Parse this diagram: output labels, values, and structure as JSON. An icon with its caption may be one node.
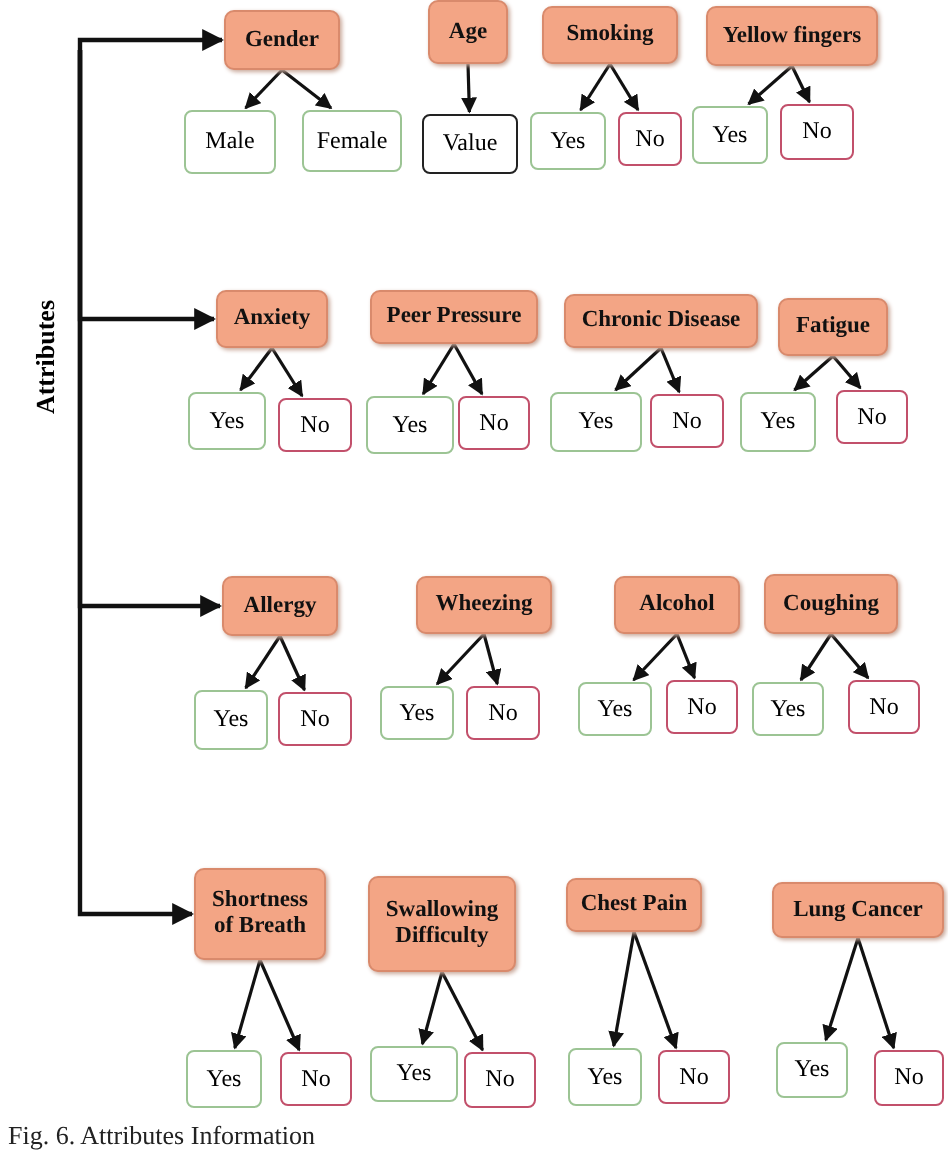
{
  "diagram": {
    "caption": "Fig. 6. Attributes Information",
    "nodes": [
      {
        "text": [
          "Gender"
        ]
      },
      {
        "text": [
          "Male"
        ]
      },
      {
        "text": [
          "Female"
        ]
      },
      {
        "text": [
          "Age"
        ]
      },
      {
        "text": [
          "Value"
        ]
      },
      {
        "text": [
          "Smoking"
        ]
      },
      {
        "text": [
          "Yes"
        ]
      },
      {
        "text": [
          "No"
        ]
      },
      {
        "text": [
          "Yellow fingers"
        ]
      },
      {
        "text": [
          "Yes"
        ]
      },
      {
        "text": [
          "No"
        ]
      },
      {
        "text": [
          "Anxiety"
        ]
      },
      {
        "text": [
          "Yes"
        ]
      },
      {
        "text": [
          "No"
        ]
      },
      {
        "text": [
          "Peer Pressure"
        ]
      },
      {
        "text": [
          "Yes"
        ]
      },
      {
        "text": [
          "No"
        ]
      },
      {
        "text": [
          "Chronic Disease"
        ]
      },
      {
        "text": [
          "Yes"
        ]
      },
      {
        "text": [
          "No"
        ]
      },
      {
        "text": [
          "Fatigue"
        ]
      },
      {
        "text": [
          "Yes"
        ]
      },
      {
        "text": [
          "No"
        ]
      },
      {
        "text": [
          "Allergy"
        ]
      },
      {
        "text": [
          "Yes"
        ]
      },
      {
        "text": [
          "No"
        ]
      },
      {
        "text": [
          "Wheezing"
        ]
      },
      {
        "text": [
          "Yes"
        ]
      },
      {
        "text": [
          "No"
        ]
      },
      {
        "text": [
          "Alcohol"
        ]
      },
      {
        "text": [
          "Yes"
        ]
      },
      {
        "text": [
          "No"
        ]
      },
      {
        "text": [
          "Coughing"
        ]
      },
      {
        "text": [
          "Yes"
        ]
      },
      {
        "text": [
          "No"
        ]
      },
      {
        "text": [
          "Shortness of Breath"
        ]
      },
      {
        "text": [
          "Yes"
        ]
      },
      {
        "text": [
          "No"
        ]
      },
      {
        "text": [
          "Swallowing Difficulty"
        ]
      },
      {
        "text": [
          "Yes"
        ]
      },
      {
        "text": [
          "No"
        ]
      },
      {
        "text": [
          "Chest Pain"
        ]
      },
      {
        "text": [
          "Yes"
        ]
      },
      {
        "text": [
          "No"
        ]
      },
      {
        "text": [
          "Lung Cancer"
        ]
      },
      {
        "text": [
          "Yes"
        ]
      },
      {
        "text": [
          "No"
        ]
      }
    ],
    "edges": [
      {
        "from": null,
        "to": 0,
        "arrow": "to"
      },
      {
        "from": null,
        "to": 11,
        "arrow": "to"
      },
      {
        "from": null,
        "to": 23,
        "arrow": "to"
      },
      {
        "from": null,
        "to": 35,
        "arrow": "to"
      },
      {
        "from": 0,
        "to": 1,
        "arrow": "to"
      },
      {
        "from": 0,
        "to": 2,
        "arrow": "to"
      },
      {
        "from": 3,
        "to": 4,
        "arrow": "to"
      },
      {
        "from": 5,
        "to": 6,
        "arrow": "to"
      },
      {
        "from": 5,
        "to": 7,
        "arrow": "to"
      },
      {
        "from": 8,
        "to": 9,
        "arrow": "to"
      },
      {
        "from": 8,
        "to": 10,
        "arrow": "to"
      },
      {
        "from": 11,
        "to": 12,
        "arrow": "to"
      },
      {
        "from": 11,
        "to": 13,
        "arrow": "to"
      },
      {
        "from": 14,
        "to": 15,
        "arrow": "to"
      },
      {
        "from": 14,
        "to": 16,
        "arrow": "to"
      },
      {
        "from": 17,
        "to": 18,
        "arrow": "to"
      },
      {
        "from": 17,
        "to": 19,
        "arrow": "to"
      },
      {
        "from": 20,
        "to": 21,
        "arrow": "to"
      },
      {
        "from": 20,
        "to": 22,
        "arrow": "to"
      },
      {
        "from": 23,
        "to": 24,
        "arrow": "to"
      },
      {
        "from": 23,
        "to": 25,
        "arrow": "to"
      },
      {
        "from": 26,
        "to": 27,
        "arrow": "to"
      },
      {
        "from": 26,
        "to": 28,
        "arrow": "to"
      },
      {
        "from": 29,
        "to": 30,
        "arrow": "to"
      },
      {
        "from": 29,
        "to": 31,
        "arrow": "to"
      },
      {
        "from": 32,
        "to": 33,
        "arrow": "to"
      },
      {
        "from": 32,
        "to": 34,
        "arrow": "to"
      },
      {
        "from": 35,
        "to": 36,
        "arrow": "to"
      },
      {
        "from": 35,
        "to": 37,
        "arrow": "to"
      },
      {
        "from": 38,
        "to": 39,
        "arrow": "to"
      },
      {
        "from": 38,
        "to": 40,
        "arrow": "to"
      },
      {
        "from": 41,
        "to": 42,
        "arrow": "to"
      },
      {
        "from": 41,
        "to": 43,
        "arrow": "to"
      },
      {
        "from": 44,
        "to": 45,
        "arrow": "to"
      },
      {
        "from": 44,
        "to": 46,
        "arrow": "to"
      }
    ],
    "labels": [
      "Attributes"
    ]
  }
}
